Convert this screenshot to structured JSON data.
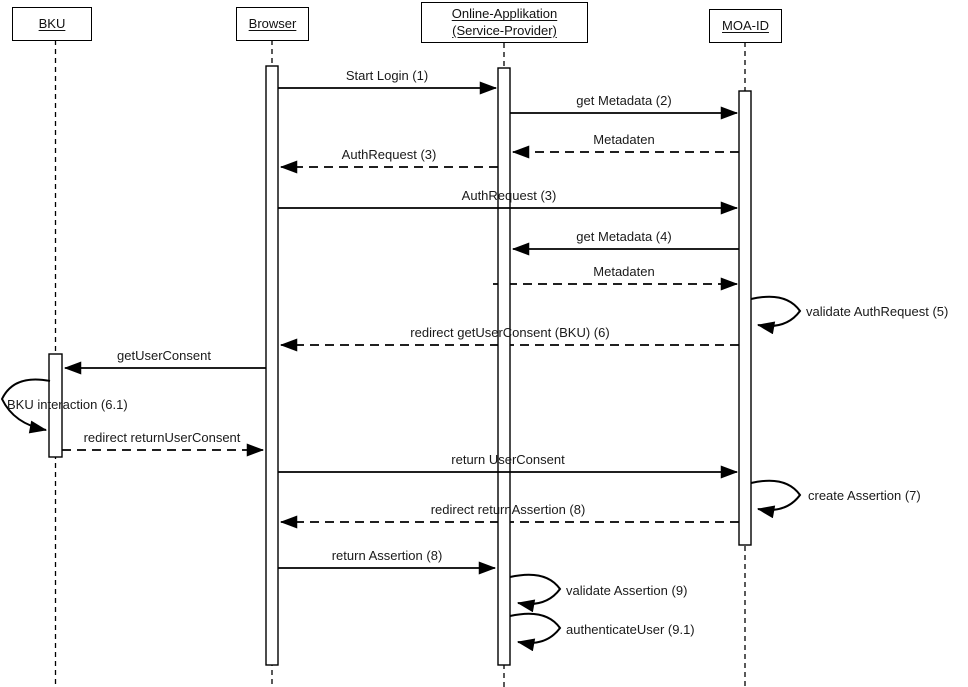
{
  "diagram": {
    "type": "uml-sequence-diagram",
    "colors": {
      "line": "#000000",
      "background": "#ffffff"
    },
    "actors": [
      {
        "name": "BKU"
      },
      {
        "name": "Browser"
      },
      {
        "name": "Online-Applikation (Service-Provider)"
      },
      {
        "name": "MOA-ID"
      }
    ],
    "messages": [
      {
        "label": "Start Login (1)",
        "from": "Browser",
        "to": "Online-Applikation (Service-Provider)",
        "style": "solid"
      },
      {
        "label": "get Metadata (2)",
        "from": "Online-Applikation (Service-Provider)",
        "to": "MOA-ID",
        "style": "solid"
      },
      {
        "label": "Metadaten",
        "from": "MOA-ID",
        "to": "Online-Applikation (Service-Provider)",
        "style": "dashed"
      },
      {
        "label": "AuthRequest (3)",
        "from": "Online-Applikation (Service-Provider)",
        "to": "Browser",
        "style": "dashed"
      },
      {
        "label": "AuthRequest (3)",
        "from": "Browser",
        "to": "MOA-ID",
        "style": "solid"
      },
      {
        "label": "get Metadata (4)",
        "from": "MOA-ID",
        "to": "Online-Applikation (Service-Provider)",
        "style": "solid"
      },
      {
        "label": "Metadaten",
        "from": "Online-Applikation (Service-Provider)",
        "to": "MOA-ID",
        "style": "dashed"
      },
      {
        "label": "validate AuthRequest (5)",
        "from": "MOA-ID",
        "to": "MOA-ID",
        "style": "self"
      },
      {
        "label": "redirect getUserConsent (BKU) (6)",
        "from": "MOA-ID",
        "to": "Browser",
        "style": "dashed"
      },
      {
        "label": "getUserConsent",
        "from": "Browser",
        "to": "BKU",
        "style": "solid"
      },
      {
        "label": "BKU interaction (6.1)",
        "from": "BKU",
        "to": "BKU",
        "style": "self"
      },
      {
        "label": "redirect returnUserConsent",
        "from": "BKU",
        "to": "Browser",
        "style": "dashed"
      },
      {
        "label": "return UserConsent",
        "from": "Browser",
        "to": "MOA-ID",
        "style": "solid"
      },
      {
        "label": "create Assertion (7)",
        "from": "MOA-ID",
        "to": "MOA-ID",
        "style": "self"
      },
      {
        "label": "redirect returnAssertion (8)",
        "from": "MOA-ID",
        "to": "Browser",
        "style": "dashed"
      },
      {
        "label": "return Assertion (8)",
        "from": "Browser",
        "to": "Online-Applikation (Service-Provider)",
        "style": "solid"
      },
      {
        "label": "validate Assertion (9)",
        "from": "Online-Applikation (Service-Provider)",
        "to": "Online-Applikation (Service-Provider)",
        "style": "self"
      },
      {
        "label": "authenticateUser (9.1)",
        "from": "Online-Applikation (Service-Provider)",
        "to": "Online-Applikation (Service-Provider)",
        "style": "self"
      }
    ]
  }
}
